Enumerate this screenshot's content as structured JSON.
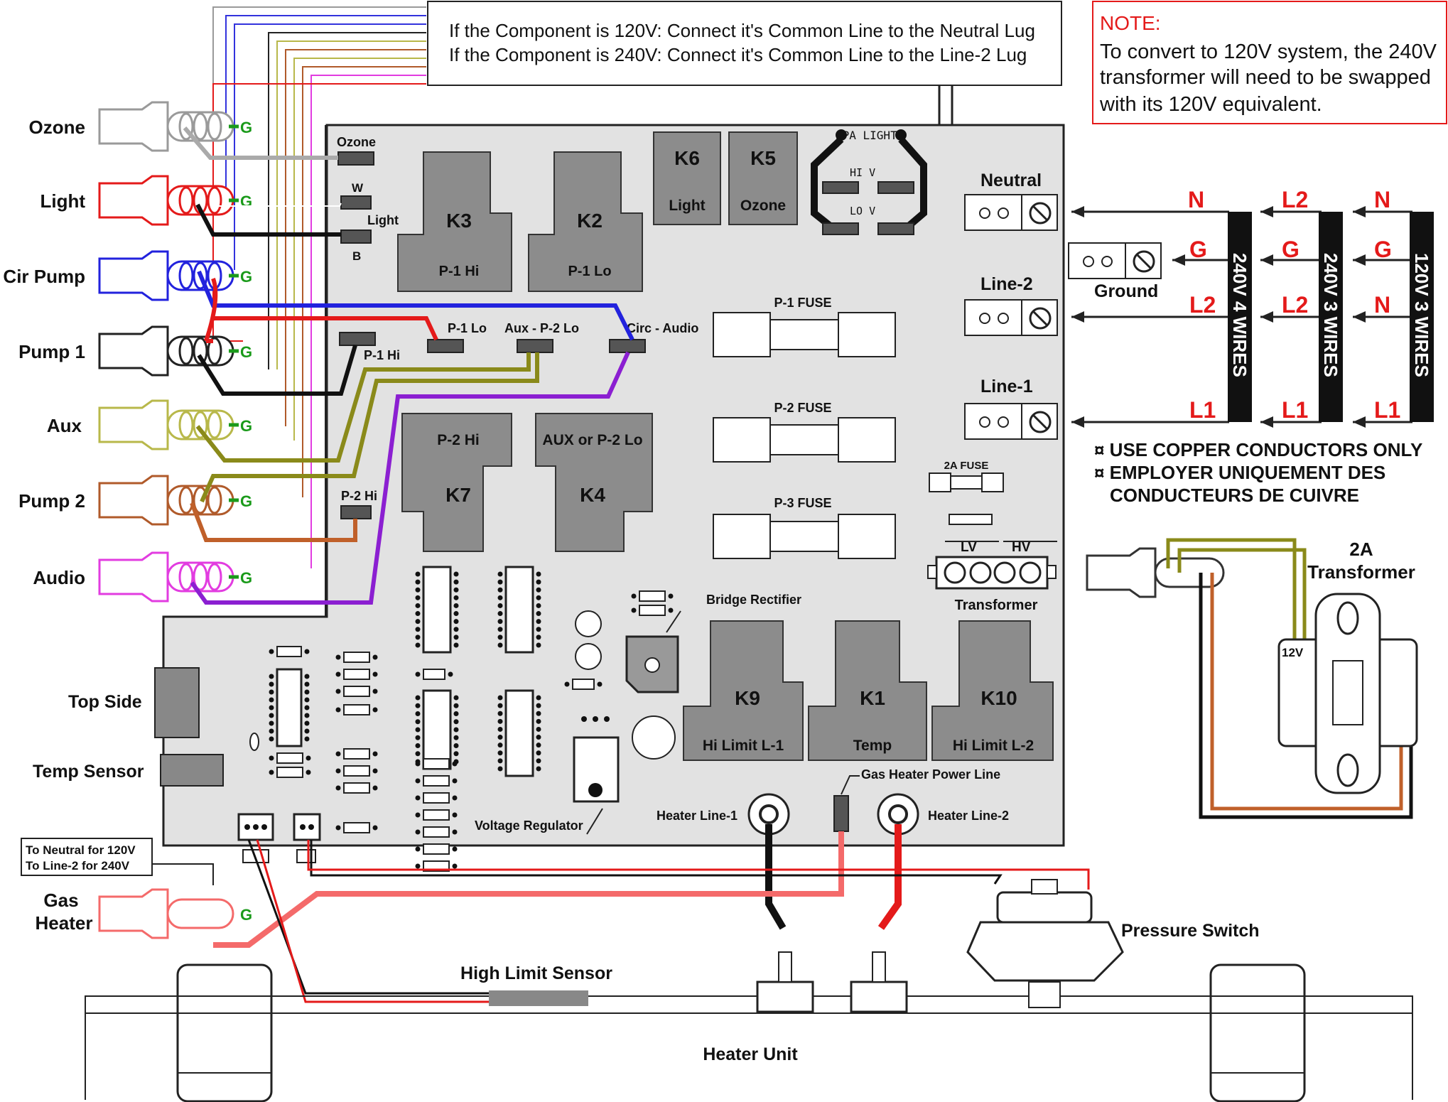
{
  "callout": {
    "line1": "If the Component is 120V: Connect it's Common Line to the Neutral Lug",
    "line2": "If the Component is 240V: Connect it's Common Line to the Line-2 Lug"
  },
  "note": {
    "heading": "NOTE:",
    "line1": "To convert to 120V system, the 240V",
    "line2": "transformer will need to be swapped",
    "line3": "with its 120V equivalent."
  },
  "components": [
    {
      "label": "Ozone",
      "color": "#9a9a9a"
    },
    {
      "label": "Light",
      "color": "#e41a1a"
    },
    {
      "label": "Cir Pump",
      "color": "#2222dd"
    },
    {
      "label": "Pump 1",
      "color": "#222222"
    },
    {
      "label": "Aux",
      "color": "#b8b84a"
    },
    {
      "label": "Pump 2",
      "color": "#b05a2a"
    },
    {
      "label": "Audio",
      "color": "#e23ce0"
    }
  ],
  "ground_mark": "G",
  "board": {
    "ozone": "Ozone",
    "w": "W",
    "light": "Light",
    "b": "B",
    "p1_hi": "P-1 Hi",
    "p1_lo": "P-1 Lo",
    "aux_p2_lo": "Aux - P-2 Lo",
    "circ_audio": "Circ - Audio",
    "p2_hi": "P-2 Hi",
    "spa_light": "SPA LIGHT",
    "hi_v": "HI V",
    "lo_v": "LO V",
    "p1_fuse": "P-1 FUSE",
    "p2_fuse": "P-2 FUSE",
    "p3_fuse": "P-3 FUSE",
    "fuse_2a": "2A FUSE",
    "lv": "LV",
    "hv": "HV",
    "transformer": "Transformer",
    "bridge_rectifier": "Bridge Rectifier",
    "voltage_regulator": "Voltage Regulator",
    "heater_line1": "Heater Line-1",
    "heater_line2": "Heater Line-2",
    "gas_heater_power_line": "Gas Heater Power Line",
    "top_side": "Top Side",
    "temp_sensor": "Temp Sensor"
  },
  "relays": [
    {
      "id": "K3",
      "sub": "P-1 Hi"
    },
    {
      "id": "K2",
      "sub": "P-1 Lo"
    },
    {
      "id": "K6",
      "sub": "Light"
    },
    {
      "id": "K5",
      "sub": "Ozone"
    },
    {
      "id": "K7",
      "sub": "P-2 Hi"
    },
    {
      "id": "K4",
      "sub": "AUX or P-2 Lo"
    },
    {
      "id": "K9",
      "sub": "Hi Limit L-1"
    },
    {
      "id": "K1",
      "sub": "Temp"
    },
    {
      "id": "K10",
      "sub": "Hi Limit L-2"
    }
  ],
  "lugs": {
    "neutral": "Neutral",
    "line2": "Line-2",
    "line1": "Line-1",
    "ground": "Ground"
  },
  "wiring": {
    "n": "N",
    "g": "G",
    "l2": "L2",
    "l1": "L1",
    "bar1": "240V 4 WIRES",
    "bar2": "240V 3 WIRES",
    "bar3": "120V 3 WIRES"
  },
  "copper": {
    "line1": "¤ USE COPPER CONDUCTORS ONLY",
    "line2": "¤ EMPLOYER UNIQUEMENT DES",
    "line3": "CONDUCTEURS DE CUIVRE"
  },
  "transformer_2a": {
    "title1": "2A",
    "title2": "Transformer",
    "tap": "12V"
  },
  "gas": {
    "note1": "To Neutral for 120V",
    "note2": "To Line-2 for 240V",
    "label1": "Gas",
    "label2": "Heater"
  },
  "bottom": {
    "high_limit_sensor": "High Limit Sensor",
    "pressure_switch": "Pressure Switch",
    "heater_unit": "Heater Unit"
  },
  "colors": {
    "board": "#e2e2e2",
    "relay": "#8c8c8c",
    "accent_red": "#e41a1a",
    "purple": "#8b1fd1",
    "olive": "#8a8a1a"
  }
}
